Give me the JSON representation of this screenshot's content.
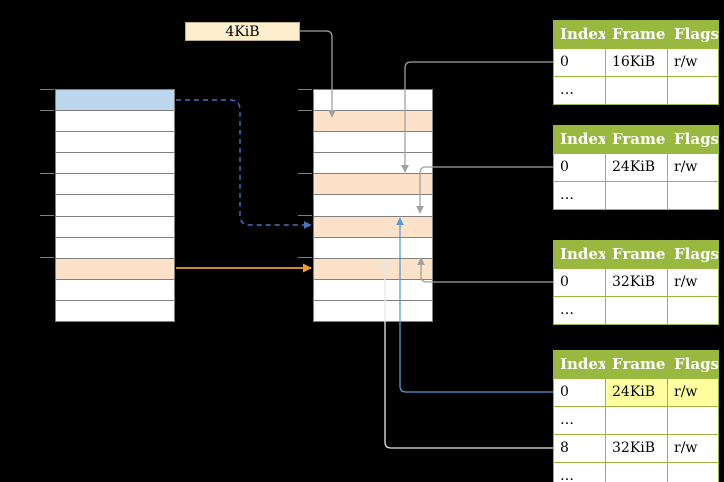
{
  "colors": {
    "bg": "#000000",
    "border_gray": "#808080",
    "blue_fill": "#bdd7ee",
    "peach_fill": "#fbe2c9",
    "box_fill": "#fdeecd",
    "box_border": "#bfae8a",
    "green": "#98b840",
    "yellow": "#ffffa0",
    "arrow_gray": "#a0a0a0",
    "arrow_blue_dashed": "#4472c4",
    "arrow_orange": "#ed9d31",
    "arrow_lightblue": "#5b9bd5",
    "arrow_white": "#e8e8e8"
  },
  "page_size_box": {
    "label": "4KiB"
  },
  "virtual_memory": {
    "rows": 11,
    "blue_row_index": 0,
    "orange_row_index": 8,
    "tick_rows": [
      0,
      1,
      4,
      6,
      8
    ]
  },
  "physical_memory": {
    "rows": 11,
    "orange_row_indices": [
      1,
      4,
      6,
      8
    ],
    "tick_rows": [
      0,
      1,
      4,
      6,
      8
    ]
  },
  "page_tables": [
    {
      "name": "page-table-16kib",
      "headers": [
        "Index",
        "Frame",
        "Flags"
      ],
      "rows": [
        {
          "index": "0",
          "frame": "16KiB",
          "flags": "r/w",
          "highlight": []
        },
        {
          "index": "…",
          "frame": "",
          "flags": "",
          "highlight": []
        }
      ]
    },
    {
      "name": "page-table-24kib",
      "headers": [
        "Index",
        "Frame",
        "Flags"
      ],
      "rows": [
        {
          "index": "0",
          "frame": "24KiB",
          "flags": "r/w",
          "highlight": []
        },
        {
          "index": "…",
          "frame": "",
          "flags": "",
          "highlight": []
        }
      ]
    },
    {
      "name": "page-table-32kib",
      "headers": [
        "Index",
        "Frame",
        "Flags"
      ],
      "rows": [
        {
          "index": "0",
          "frame": "32KiB",
          "flags": "r/w",
          "highlight": []
        },
        {
          "index": "…",
          "frame": "",
          "flags": "",
          "highlight": []
        }
      ]
    },
    {
      "name": "level-2-page-table",
      "headers": [
        "Index",
        "Frame",
        "Flags"
      ],
      "rows": [
        {
          "index": "0",
          "frame": "24KiB",
          "flags": "r/w",
          "highlight": [
            "frame",
            "flags"
          ]
        },
        {
          "index": "…",
          "frame": "",
          "flags": "",
          "highlight": []
        },
        {
          "index": "8",
          "frame": "32KiB",
          "flags": "r/w",
          "highlight": []
        },
        {
          "index": "…",
          "frame": "",
          "flags": "",
          "highlight": []
        }
      ]
    }
  ]
}
